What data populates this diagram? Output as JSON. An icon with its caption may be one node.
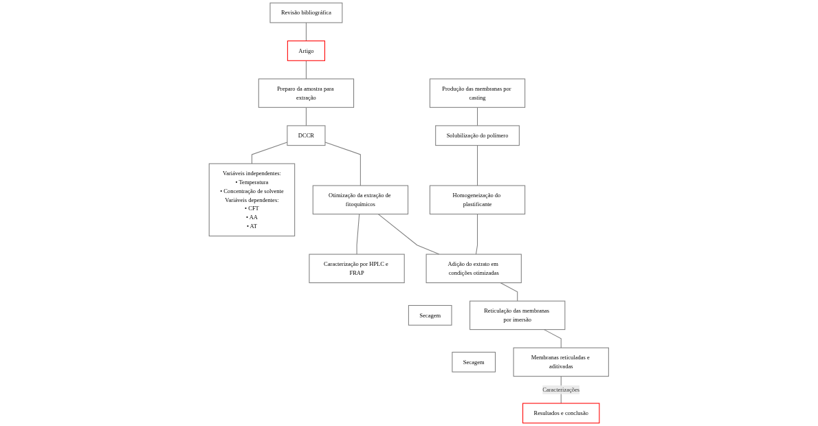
{
  "diagram": {
    "nodes": [
      {
        "text": [
          "Revisão bibliográfica"
        ]
      },
      {
        "text": [
          "Artigo"
        ]
      },
      {
        "text": [
          "Preparo da amostra para extração"
        ]
      },
      {
        "text": [
          "DCCR"
        ]
      },
      {
        "text": [
          "Variáveis independentes:",
          "• Temperatura",
          "• Concentração de solvente",
          "Variáveis dependentes:",
          "• CFT",
          "• AA",
          "• AT"
        ]
      },
      {
        "text": [
          "Otimização da extração de fitoquímicos"
        ]
      },
      {
        "text": [
          "Caracterização por HPLC e FRAP"
        ]
      },
      {
        "text": [
          "Produção das membranas por casting"
        ]
      },
      {
        "text": [
          "Solubilização do polímero"
        ]
      },
      {
        "text": [
          "Homogeneização do plastificante"
        ]
      },
      {
        "text": [
          "Adição do extrato em condições otimizadas"
        ]
      },
      {
        "text": [
          "Secagem"
        ]
      },
      {
        "text": [
          "Reticulação das membranas por imersão"
        ]
      },
      {
        "text": [
          "Secagem"
        ]
      },
      {
        "text": [
          "Membranas reticuladas e aditivadas"
        ]
      },
      {
        "text": [
          "Resultados e conclusão"
        ]
      }
    ],
    "edges": [
      {
        "from": 0,
        "to": 1,
        "arrow": "none"
      },
      {
        "from": 1,
        "to": 2,
        "arrow": "none"
      },
      {
        "from": 2,
        "to": 3,
        "arrow": "none"
      },
      {
        "from": 3,
        "to": 4,
        "arrow": "none"
      },
      {
        "from": 3,
        "to": 5,
        "arrow": "none"
      },
      {
        "from": 5,
        "to": 6,
        "arrow": "none"
      },
      {
        "from": 5,
        "to": 10,
        "arrow": "none"
      },
      {
        "from": 7,
        "to": 8,
        "arrow": "none"
      },
      {
        "from": 8,
        "to": 9,
        "arrow": "none"
      },
      {
        "from": 9,
        "to": 10,
        "arrow": "none"
      },
      {
        "from": 10,
        "to": 12,
        "arrow": "none"
      },
      {
        "from": 12,
        "to": 14,
        "arrow": "none"
      },
      {
        "from": 14,
        "to": 15,
        "arrow": "none",
        "label": "Caracterizações"
      }
    ]
  }
}
